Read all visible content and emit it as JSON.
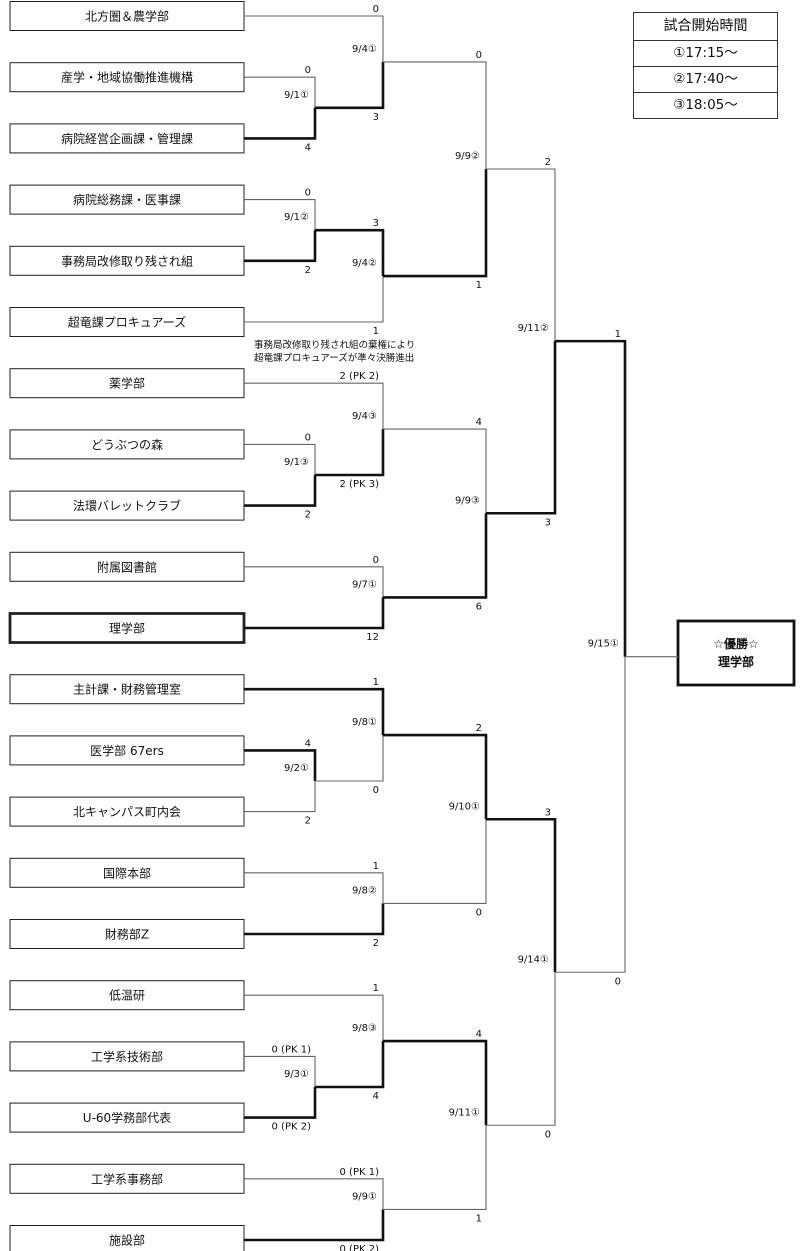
{
  "legend": {
    "title": "試合開始時間",
    "times": [
      "①17:15～",
      "②17:40～",
      "③18:05～"
    ]
  },
  "teams": [
    "北方圏＆農学部",
    "産学・地域協働推進機構",
    "病院経営企画課・管理課",
    "病院総務課・医事課",
    "事務局改修取り残され組",
    "超竜課プロキュアーズ",
    "薬学部",
    "どうぶつの森",
    "法環バレットクラブ",
    "附属図書館",
    "理学部",
    "主計課・財務管理室",
    "医学部 67ers",
    "北キャンパス町内会",
    "国際本部",
    "財務部Z",
    "低温研",
    "工学系技術部",
    "U-60学務部代表",
    "工学系事務部",
    "施設部"
  ],
  "matches": [
    {
      "id": "r1a",
      "date": "9/1①",
      "top_score": "0",
      "bottom_score": "4"
    },
    {
      "id": "r1b",
      "date": "9/1②",
      "top_score": "0",
      "bottom_score": "2"
    },
    {
      "id": "r1c",
      "date": "9/1③",
      "top_score": "0",
      "bottom_score": "2"
    },
    {
      "id": "r1d",
      "date": "9/2①",
      "top_score": "4",
      "bottom_score": "2"
    },
    {
      "id": "r1e",
      "date": "9/3①",
      "top_score": "0 (PK 1)",
      "bottom_score": "0 (PK 2)"
    },
    {
      "id": "r2a",
      "date": "9/4①",
      "top_score": "0",
      "bottom_score": "3"
    },
    {
      "id": "r2b",
      "date": "9/4②",
      "top_score": "3",
      "bottom_score": "1"
    },
    {
      "id": "r2c",
      "date": "9/4③",
      "top_score": "2 (PK 2)",
      "bottom_score": "2 (PK 3)"
    },
    {
      "id": "r2d",
      "date": "9/7①",
      "top_score": "0",
      "bottom_score": "12"
    },
    {
      "id": "r2e",
      "date": "9/8①",
      "top_score": "1",
      "bottom_score": "0"
    },
    {
      "id": "r2f",
      "date": "9/8②",
      "top_score": "1",
      "bottom_score": "2"
    },
    {
      "id": "r2g",
      "date": "9/8③",
      "top_score": "1",
      "bottom_score": "4"
    },
    {
      "id": "r2h",
      "date": "9/9①",
      "top_score": "0 (PK 1)",
      "bottom_score": "0 (PK 2)"
    },
    {
      "id": "r3a",
      "date": "9/9②",
      "top_score": "0",
      "bottom_score": "1"
    },
    {
      "id": "r3b",
      "date": "9/9③",
      "top_score": "4",
      "bottom_score": "6"
    },
    {
      "id": "r3c",
      "date": "9/10①",
      "top_score": "2",
      "bottom_score": "0"
    },
    {
      "id": "r3d",
      "date": "9/11①",
      "top_score": "4",
      "bottom_score": "1"
    },
    {
      "id": "sfa",
      "date": "9/11②",
      "top_score": "2",
      "bottom_score": "3"
    },
    {
      "id": "sfb",
      "date": "9/14①",
      "top_score": "3",
      "bottom_score": "0"
    },
    {
      "id": "final",
      "date": "9/15①",
      "top_score": "1",
      "bottom_score": "0"
    }
  ],
  "note": [
    "事務局改修取り残され組の棄権により",
    "超竜課プロキュアーズが準々決勝進出"
  ],
  "champion": {
    "label": "☆優勝☆",
    "team": "理学部"
  }
}
